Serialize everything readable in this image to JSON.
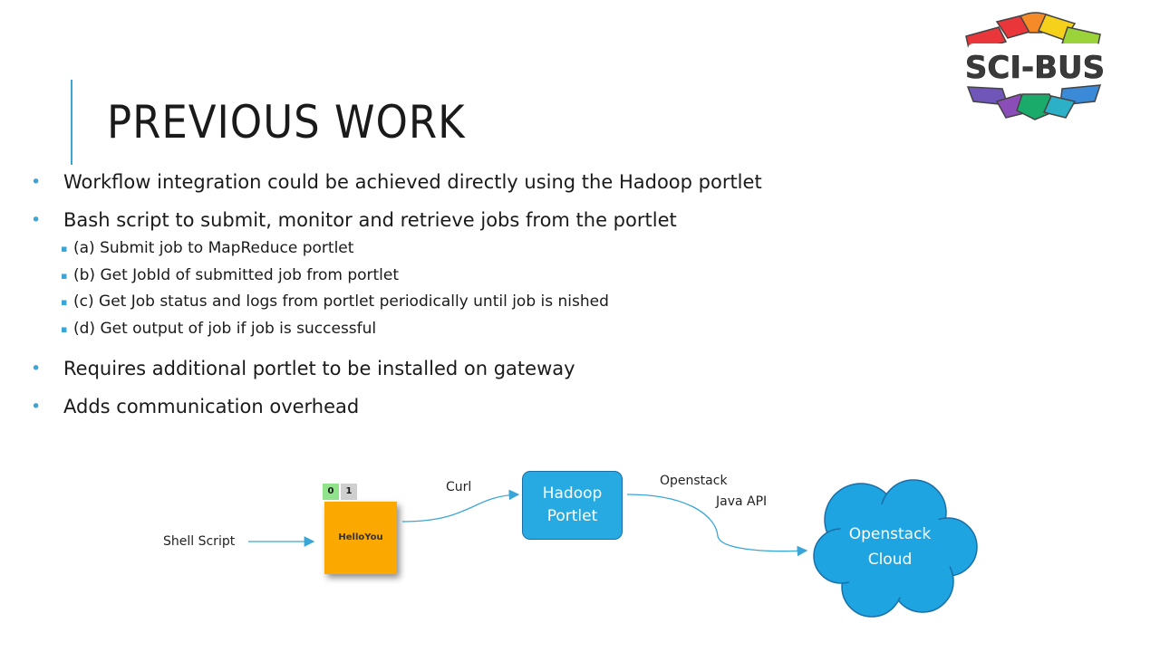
{
  "slide": {
    "title": "PREVIOUS WORK",
    "accent_color": "#3aa6d8",
    "logo": {
      "name": "SCI-BUS",
      "text": "SCI-BUS"
    }
  },
  "bullets": [
    {
      "text": "Workflow integration could be achieved directly using the Hadoop portlet"
    },
    {
      "text": "Bash script to submit, monitor and retrieve jobs from the portlet",
      "sub": [
        "(a) Submit job to MapReduce portlet",
        "(b) Get JobId of submitted job from portlet",
        "(c) Get Job status and logs from portlet periodically until job is nished",
        "(d) Get output of job if job is successful"
      ]
    },
    {
      "text": "Requires additional portlet to be installed on gateway"
    },
    {
      "text": "Adds communication overhead"
    }
  ],
  "diagram": {
    "shell_script_label": "Shell Script",
    "job_node": {
      "tab_0": "0",
      "tab_1": "1",
      "label": "HelloYou",
      "color": "#fba800"
    },
    "curl_label": "Curl",
    "portlet": {
      "line1": "Hadoop",
      "line2": "Portlet",
      "color": "#27aae1"
    },
    "api_label_line1": "Openstack",
    "api_label_line2": "Java API",
    "cloud": {
      "line1": "Openstack",
      "line2": "Cloud",
      "color": "#1ea4e0"
    }
  }
}
